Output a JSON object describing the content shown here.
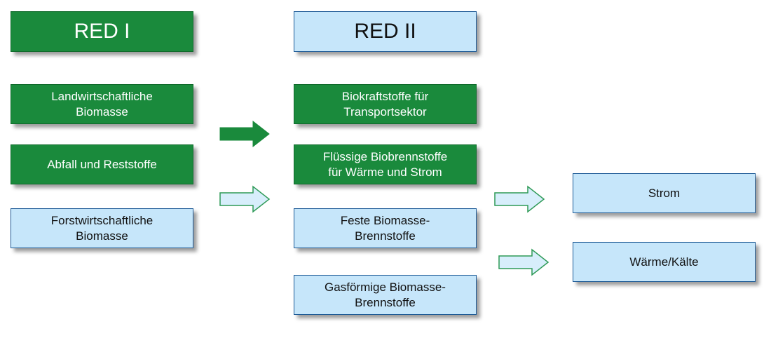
{
  "headers": {
    "red1": "RED I",
    "red2": "RED II"
  },
  "red1_items": [
    {
      "line1": "Landwirtschaftliche",
      "line2": "Biomasse"
    },
    {
      "line1": "Abfall und Reststoffe",
      "line2": ""
    },
    {
      "line1": "Forstwirtschaftliche",
      "line2": "Biomasse"
    }
  ],
  "red2_items": [
    {
      "line1": "Biokraftstoffe für",
      "line2": "Transportsektor"
    },
    {
      "line1": "Flüssige Biobrennstoffe",
      "line2": "für Wärme und Strom"
    },
    {
      "line1": "Feste Biomasse-",
      "line2": "Brennstoffe"
    },
    {
      "line1": "Gasförmige Biomasse-",
      "line2": "Brennstoffe"
    }
  ],
  "outputs": [
    {
      "label": "Strom"
    },
    {
      "label": "Wärme/Kälte"
    }
  ],
  "colors": {
    "green": "#1a8a3c",
    "light_blue": "#c6e6fa",
    "blue_border": "#1d5a96",
    "arrow_outline": "#2e9a57"
  }
}
